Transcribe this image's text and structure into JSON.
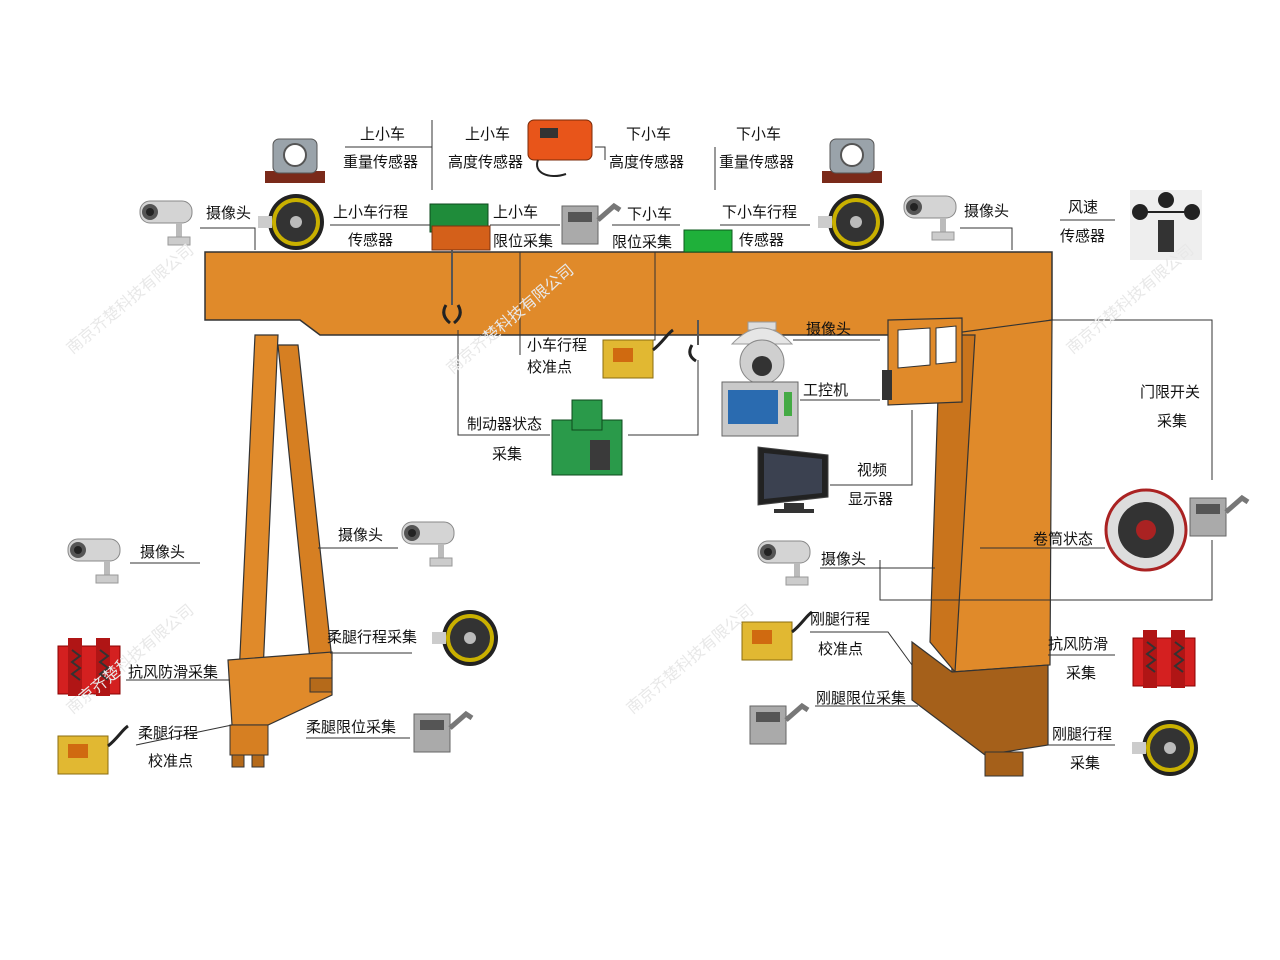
{
  "watermark": "南京齐楚科技有限公司",
  "colors": {
    "crane_body": "#e08a2a",
    "crane_dark": "#b56a1a",
    "leader_line": "#333333"
  },
  "labels": {
    "upper_trolley_weight": [
      "上小车",
      "重量传感器"
    ],
    "upper_trolley_height": [
      "上小车",
      "高度传感器"
    ],
    "lower_trolley_height": [
      "下小车",
      "高度传感器"
    ],
    "lower_trolley_weight": [
      "下小车",
      "重量传感器"
    ],
    "camera_top_left": "摄像头",
    "upper_trolley_travel": [
      "上小车行程",
      "传感器"
    ],
    "upper_trolley_limit": [
      "上小车",
      "限位采集"
    ],
    "lower_trolley_limit": [
      "下小车",
      "限位采集"
    ],
    "lower_trolley_travel": [
      "下小车行程",
      "传感器"
    ],
    "camera_top_right": "摄像头",
    "wind_speed": [
      "风速",
      "传感器"
    ],
    "trolley_calibration": [
      "小车行程",
      "校准点"
    ],
    "camera_dome": "摄像头",
    "ipc": "工控机",
    "brake_status": [
      "制动器状态",
      "采集"
    ],
    "video_display": [
      "视频",
      "显示器"
    ],
    "door_limit": [
      "门限开关",
      "采集"
    ],
    "reel_status": "卷筒状态",
    "camera_left_outer": "摄像头",
    "camera_left_inner": "摄像头",
    "camera_right": "摄像头",
    "flexible_leg_travel": "柔腿行程采集",
    "wind_antislip_left": "抗风防滑采集",
    "flexible_leg_calibration": [
      "柔腿行程",
      "校准点"
    ],
    "flexible_leg_limit": "柔腿限位采集",
    "rigid_leg_calibration": [
      "刚腿行程",
      "校准点"
    ],
    "rigid_leg_limit": "刚腿限位采集",
    "wind_antislip_right": [
      "抗风防滑",
      "采集"
    ],
    "rigid_leg_travel": [
      "刚腿行程",
      "采集"
    ]
  }
}
